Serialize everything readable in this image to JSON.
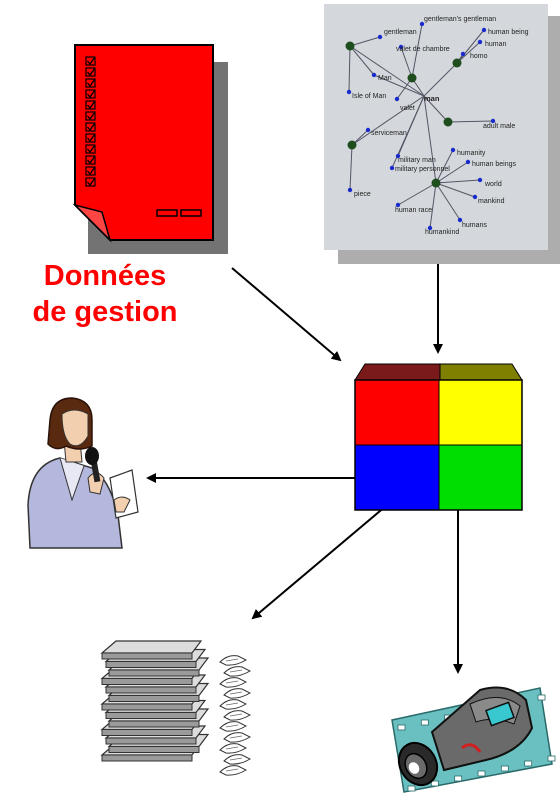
{
  "caption": {
    "line1": "Données",
    "line2": "de gestion"
  },
  "colors": {
    "doc_red": "#ff0000",
    "caption_red": "#ff0000",
    "cube_red": "#ff0000",
    "cube_yellow": "#ffff00",
    "cube_blue": "#0000ff",
    "cube_green": "#00dd00",
    "graph_bg": "#d4d8dc",
    "node_dark": "#1e4d1e",
    "node_blue": "#1a2acc"
  },
  "semantic_graph": {
    "center": "man",
    "labels": [
      "gentleman's gentleman",
      "human being",
      "gentleman",
      "valet de chambre",
      "human",
      "homo",
      "Man",
      "Isle of Man",
      "valet",
      "man",
      "adult male",
      "serviceman",
      "military man",
      "military personnel",
      "humanity",
      "human beings",
      "world",
      "mankind",
      "piece",
      "human race",
      "humans",
      "humankind"
    ]
  },
  "icons": {
    "document": "checklist-document-icon",
    "speaker": "woman-speaker-icon",
    "papers": "paper-stack-icon",
    "camera": "video-camera-icon"
  }
}
